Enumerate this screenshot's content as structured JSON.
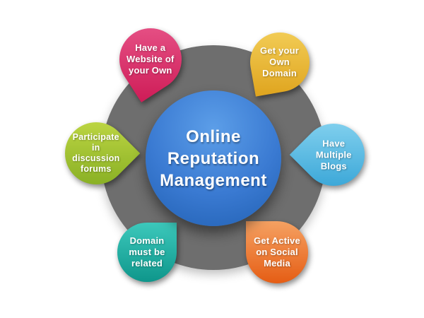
{
  "background_color": "#ffffff",
  "diagram": {
    "title": "Online Reputation Management",
    "ring_color": "#6e6e6e",
    "center": {
      "lines": [
        "Online",
        "Reputation",
        "Management"
      ],
      "color_light": "#5c9ee8",
      "color_mid": "#3a7ad2",
      "color_dark": "#2160b2",
      "text_color": "#ffffff"
    },
    "petals": [
      {
        "id": "have-website",
        "position": "top-left",
        "lines": [
          "Have a",
          "Website of",
          "your Own"
        ],
        "color_light": "#e8568a",
        "color_dark": "#ce1c57"
      },
      {
        "id": "get-your-own-domain",
        "position": "top-right",
        "lines": [
          "Get your",
          "Own",
          "Domain"
        ],
        "color_light": "#f3ce58",
        "color_dark": "#dfa41e"
      },
      {
        "id": "have-multiple-blogs",
        "position": "right",
        "lines": [
          "Have",
          "Multiple",
          "Blogs"
        ],
        "color_light": "#8dd7f2",
        "color_dark": "#2fa0d4"
      },
      {
        "id": "get-active-on-social-media",
        "position": "bottom-right",
        "lines": [
          "Get Active",
          "on Social",
          "Media"
        ],
        "color_light": "#f5a162",
        "color_dark": "#e55d14"
      },
      {
        "id": "domain-must-be-related",
        "position": "bottom-left",
        "lines": [
          "Domain",
          "must be",
          "related"
        ],
        "color_light": "#3cc8bb",
        "color_dark": "#0e968b"
      },
      {
        "id": "participate-in-discussion-forums",
        "position": "left",
        "lines": [
          "Participate",
          "in",
          "discussion",
          "forums"
        ],
        "color_light": "#c6dc48",
        "color_dark": "#7fa91f"
      }
    ]
  }
}
